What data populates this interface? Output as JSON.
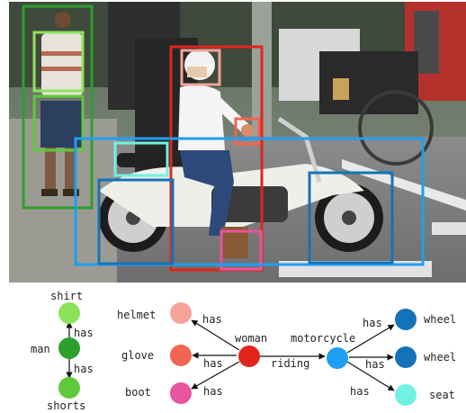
{
  "colors": {
    "man": "#2ca02c",
    "shirt": "#8ce35a",
    "shorts": "#5ec93a",
    "woman": "#e0261b",
    "helmet": "#f7a39a",
    "glove": "#f26452",
    "boot": "#e8549f",
    "motorcycle": "#1e9ff2",
    "wheel": "#1473b8",
    "seat": "#6ff2e1"
  },
  "scene_graph": {
    "nodes": {
      "shirt": "shirt",
      "man": "man",
      "shorts": "shorts",
      "helmet": "helmet",
      "glove": "glove",
      "boot": "boot",
      "woman": "woman",
      "motorcycle": "motorcycle",
      "wheel_1": "wheel",
      "wheel_2": "wheel",
      "seat": "seat"
    },
    "edges": {
      "man_shirt": "has",
      "man_shorts": "has",
      "woman_helmet": "has",
      "woman_glove": "has",
      "woman_boot": "has",
      "woman_motorcycle": "riding",
      "motorcycle_wheel_1": "has",
      "motorcycle_wheel_2": "has",
      "motorcycle_seat": "has"
    }
  }
}
